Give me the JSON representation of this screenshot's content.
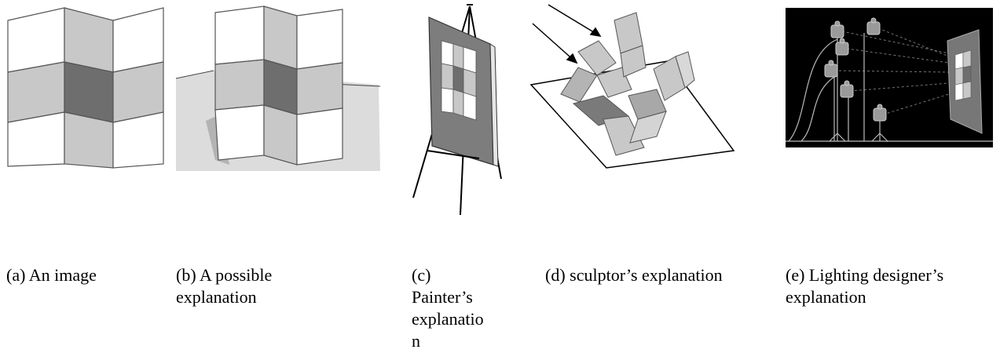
{
  "figure": {
    "panels": [
      {
        "id": "a",
        "caption": "(a) An image"
      },
      {
        "id": "b",
        "caption": "(b) A possible explanation"
      },
      {
        "id": "c",
        "caption": "(c) Painter’s explanatio n"
      },
      {
        "id": "d",
        "caption": "(d) sculptor’s explanation"
      },
      {
        "id": "e",
        "caption": " (e) Lighting designer’s explanation"
      }
    ]
  },
  "colors": {
    "white_tile": "#ffffff",
    "light_gray_tile": "#c8c8c8",
    "dark_gray_tile": "#6e6e6e",
    "floor_gray": "#dcdcdc",
    "black_background": "#000000"
  }
}
